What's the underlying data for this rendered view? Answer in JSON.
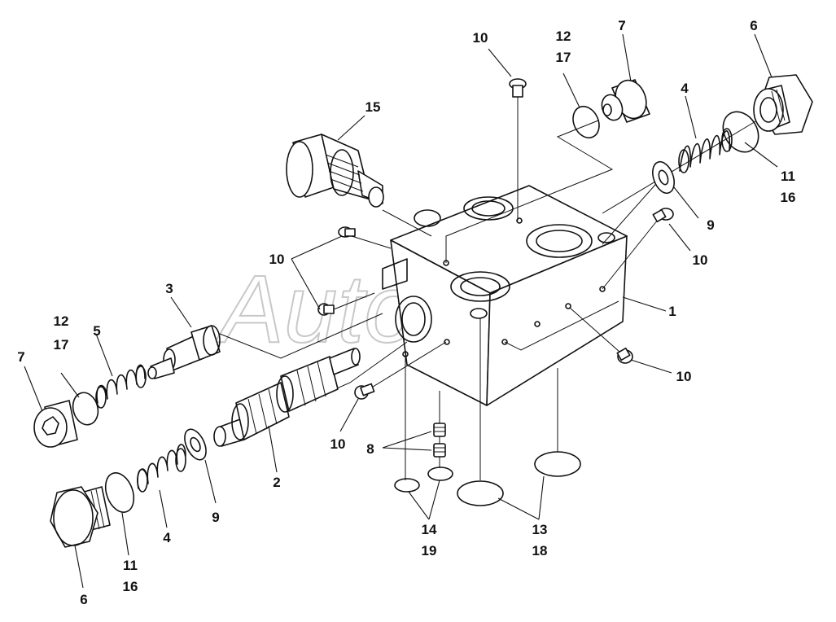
{
  "watermark": "AutoSoft",
  "callouts": {
    "c10_top": "10",
    "c12_top": "12",
    "c17_top": "17",
    "c7_top": "7",
    "c6_top": "6",
    "c15": "15",
    "c4_top": "4",
    "c11_top": "11",
    "c16_top": "16",
    "c9_top": "9",
    "c10_right_top": "10",
    "c10_left": "10",
    "c3": "3",
    "c1": "1",
    "c12_left": "12",
    "c17_left": "17",
    "c5": "5",
    "c7_left": "7",
    "c10_right_bot": "10",
    "c10_bottom": "10",
    "c8": "8",
    "c2": "2",
    "c9_bot": "9",
    "c4_bot": "4",
    "c11_bot": "11",
    "c16_bot": "16",
    "c6_bot": "6",
    "c14": "14",
    "c19": "19",
    "c13": "13",
    "c18": "18"
  }
}
